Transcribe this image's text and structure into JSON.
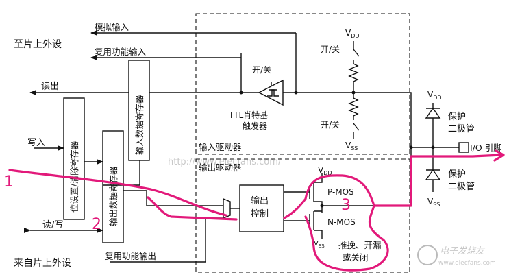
{
  "labels": {
    "to_peripheral": "至片上外设",
    "analog_input": "模拟输入",
    "alt_func_input": "复用功能输入",
    "read_out": "读出",
    "write_in": "写入",
    "read_write": "读/写",
    "from_peripheral": "来自片上外设",
    "alt_func_output": "复用功能输出",
    "input_data_reg": "输入数据寄存器",
    "bit_set_reset_reg": "位设置/清除寄存器",
    "output_data_reg": "输出数据寄存器",
    "on_off_1": "开/关",
    "on_off_2": "开/关",
    "on_off_3": "开/关",
    "ttl_schmitt_1": "TTL肖特基",
    "ttl_schmitt_2": "触发器",
    "input_driver": "输入驱动器",
    "output_driver": "输出驱动器",
    "vdd_1": "V",
    "vdd_1_sub": "DD",
    "vdd_2": "V",
    "vdd_2_sub": "DD",
    "vdd_3": "V",
    "vdd_3_sub": "DD",
    "vss_1": "V",
    "vss_1_sub": "SS",
    "vss_2": "V",
    "vss_2_sub": "SS",
    "vss_3": "V",
    "vss_3_sub": "SS",
    "protect_1": "保护",
    "diode_1": "二极管",
    "protect_2": "保护",
    "diode_2": "二极管",
    "io_pin": "I/O 引脚",
    "output_control_1": "输出",
    "output_control_2": "控制",
    "pmos": "P-MOS",
    "nmos": "N-MOS",
    "mode_1": "推挽、开漏",
    "mode_2": "或关闭",
    "watermark_url": "http://www.elecfans.com/",
    "logo_text": "电子发烧友",
    "logo_url": "www.elecfans.com"
  },
  "annotations": {
    "mark_1": "1",
    "mark_2": "2",
    "mark_3": "3"
  },
  "colors": {
    "line": "#111111",
    "annotation": "#e2197a",
    "watermark": "#c8c8c8"
  }
}
